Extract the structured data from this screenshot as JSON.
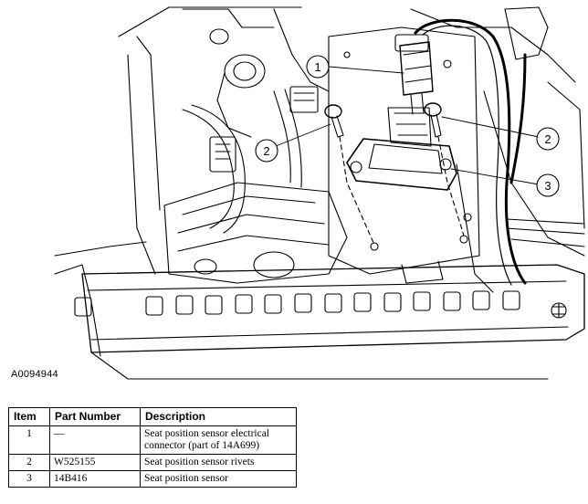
{
  "figure": {
    "id_label": "A0094944",
    "callouts": [
      "1",
      "2",
      "2",
      "3"
    ]
  },
  "table": {
    "headers": [
      "Item",
      "Part Number",
      "Description"
    ],
    "rows": [
      {
        "item": "1",
        "part": "—",
        "desc": "Seat position sensor electrical connector (part of 14A699)"
      },
      {
        "item": "2",
        "part": "W525155",
        "desc": "Seat position sensor rivets"
      },
      {
        "item": "3",
        "part": "14B416",
        "desc": "Seat position sensor"
      }
    ]
  }
}
